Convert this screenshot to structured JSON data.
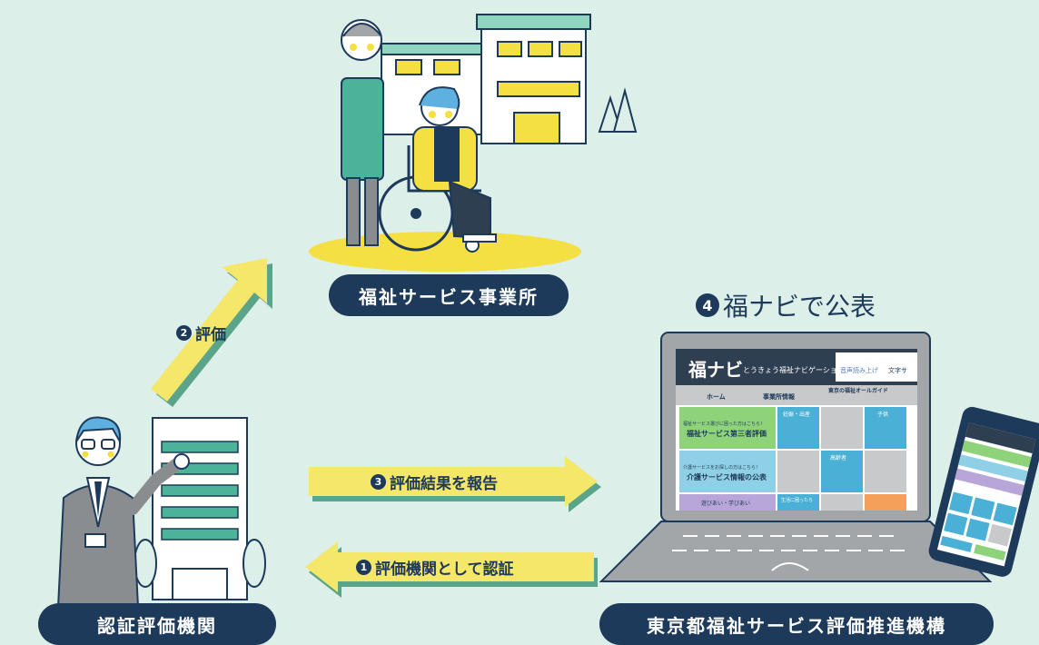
{
  "nodes": {
    "facility": "福祉サービス事業所",
    "certifier": "認証評価機関",
    "promotion_org": "東京都福祉サービス評価推進機構"
  },
  "steps": {
    "step1": {
      "num": "1",
      "label": "評価機関として認証"
    },
    "step2": {
      "num": "2",
      "label": "評価"
    },
    "step3": {
      "num": "3",
      "label": "評価結果を報告"
    },
    "step4": {
      "num": "4",
      "label": "福ナビで公表"
    }
  },
  "website": {
    "logo": "福ナビ",
    "subtitle": "とうきょう福祉ナビゲーション",
    "voice": "音声読み上げ",
    "font_size": "文字サ",
    "nav": [
      "ホーム",
      "事業所情報",
      "東京の福祉オールガイド"
    ],
    "banner1_small": "福祉サービス選びに困った方はこちら！",
    "banner1_big": "福祉サービス第三者評価",
    "banner2_small": "介護サービスをお探しの方はこちら！",
    "banner2_big": "介護サービス情報の公表",
    "banner3": "遊びあい・学びあい",
    "tiles": [
      "妊娠・出産",
      "子供",
      "高齢者",
      "生活に困ったら"
    ]
  },
  "colors": {
    "background": "#dcefe9",
    "navy": "#1e3a5a",
    "arrow_yellow": "#f4e76a",
    "arrow_shadow": "#5aa489",
    "laptop_gray": "#a3a6a8"
  }
}
